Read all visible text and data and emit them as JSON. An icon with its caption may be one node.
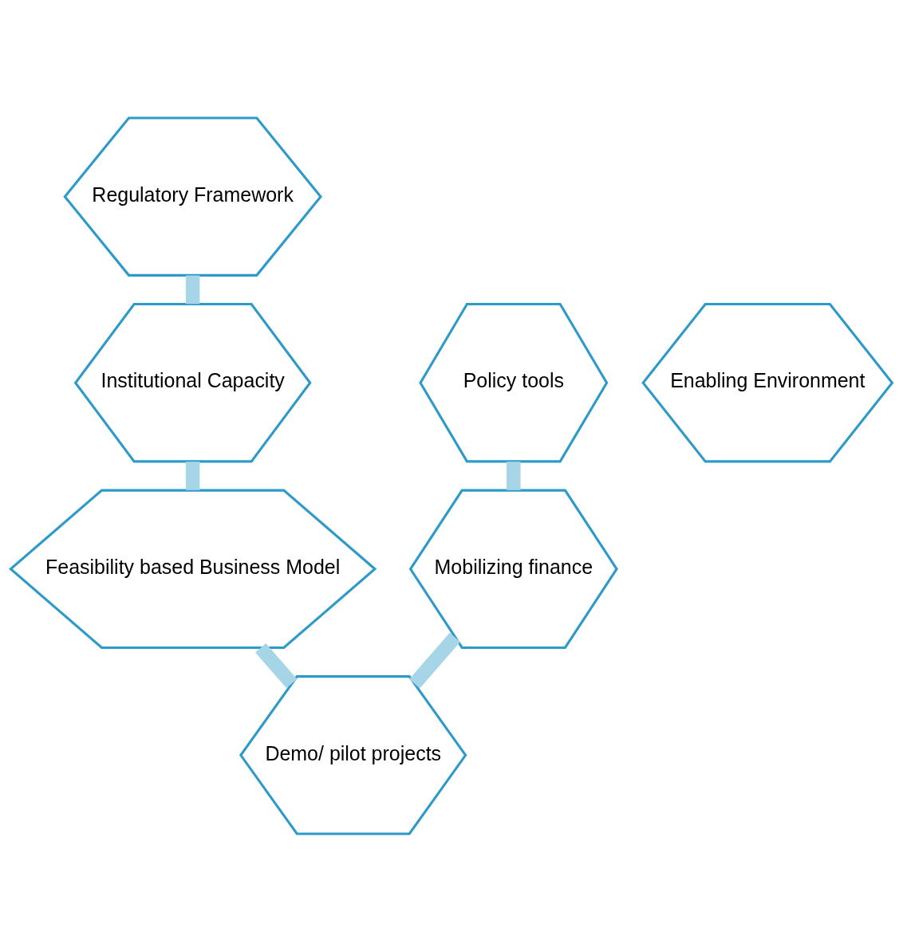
{
  "diagram": {
    "nodes": [
      {
        "text": [
          "Regulatory Framework"
        ]
      },
      {
        "text": [
          "Policy tools"
        ]
      },
      {
        "text": [
          "Institutional Capacity"
        ]
      },
      {
        "text": [
          "Enabling Environment"
        ]
      },
      {
        "text": [
          "Feasibility based Business Model"
        ]
      },
      {
        "text": [
          "Mobilizing finance"
        ]
      },
      {
        "text": [
          "Demo/ pilot projects"
        ]
      }
    ],
    "edges": [
      {
        "from": 0,
        "to": 2,
        "arrow": "none"
      },
      {
        "from": 2,
        "to": 4,
        "arrow": "none"
      },
      {
        "from": 4,
        "to": 6,
        "arrow": "none"
      },
      {
        "from": 6,
        "to": 5,
        "arrow": "none"
      },
      {
        "from": 5,
        "to": 1,
        "arrow": "none"
      }
    ]
  }
}
